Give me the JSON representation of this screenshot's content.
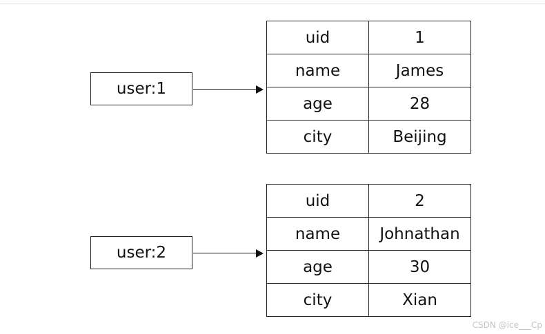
{
  "records": [
    {
      "key": "user:1",
      "fields": [
        {
          "field": "uid",
          "value": "1"
        },
        {
          "field": "name",
          "value": "James"
        },
        {
          "field": "age",
          "value": "28"
        },
        {
          "field": "city",
          "value": "Beijing"
        }
      ]
    },
    {
      "key": "user:2",
      "fields": [
        {
          "field": "uid",
          "value": "2"
        },
        {
          "field": "name",
          "value": "Johnathan"
        },
        {
          "field": "age",
          "value": "30"
        },
        {
          "field": "city",
          "value": "Xian"
        }
      ]
    }
  ],
  "watermark": "CSDN @ice___Cp"
}
